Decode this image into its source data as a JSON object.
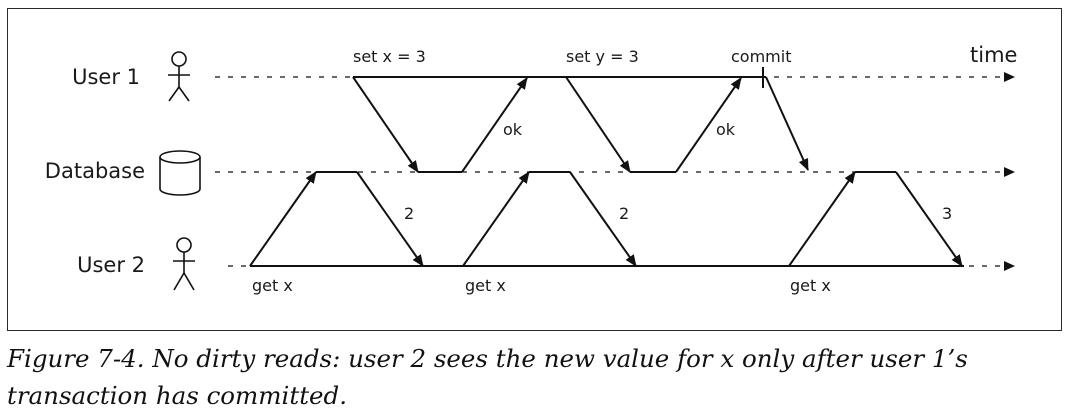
{
  "lanes": {
    "user1": "User 1",
    "database": "Database",
    "user2": "User 2"
  },
  "axis_label": "time",
  "user1_ops": {
    "set_x": "set x = 3",
    "set_y": "set y = 3",
    "commit": "commit",
    "ok_1": "ok",
    "ok_2": "ok"
  },
  "user2_ops": {
    "get_x_1": "get x",
    "get_x_2": "get x",
    "get_x_3": "get x",
    "result_1": "2",
    "result_2": "2",
    "result_3": "3"
  },
  "caption": "Figure 7-4. No dirty reads: user 2 sees the new value for x only after user 1’s transaction has committed."
}
